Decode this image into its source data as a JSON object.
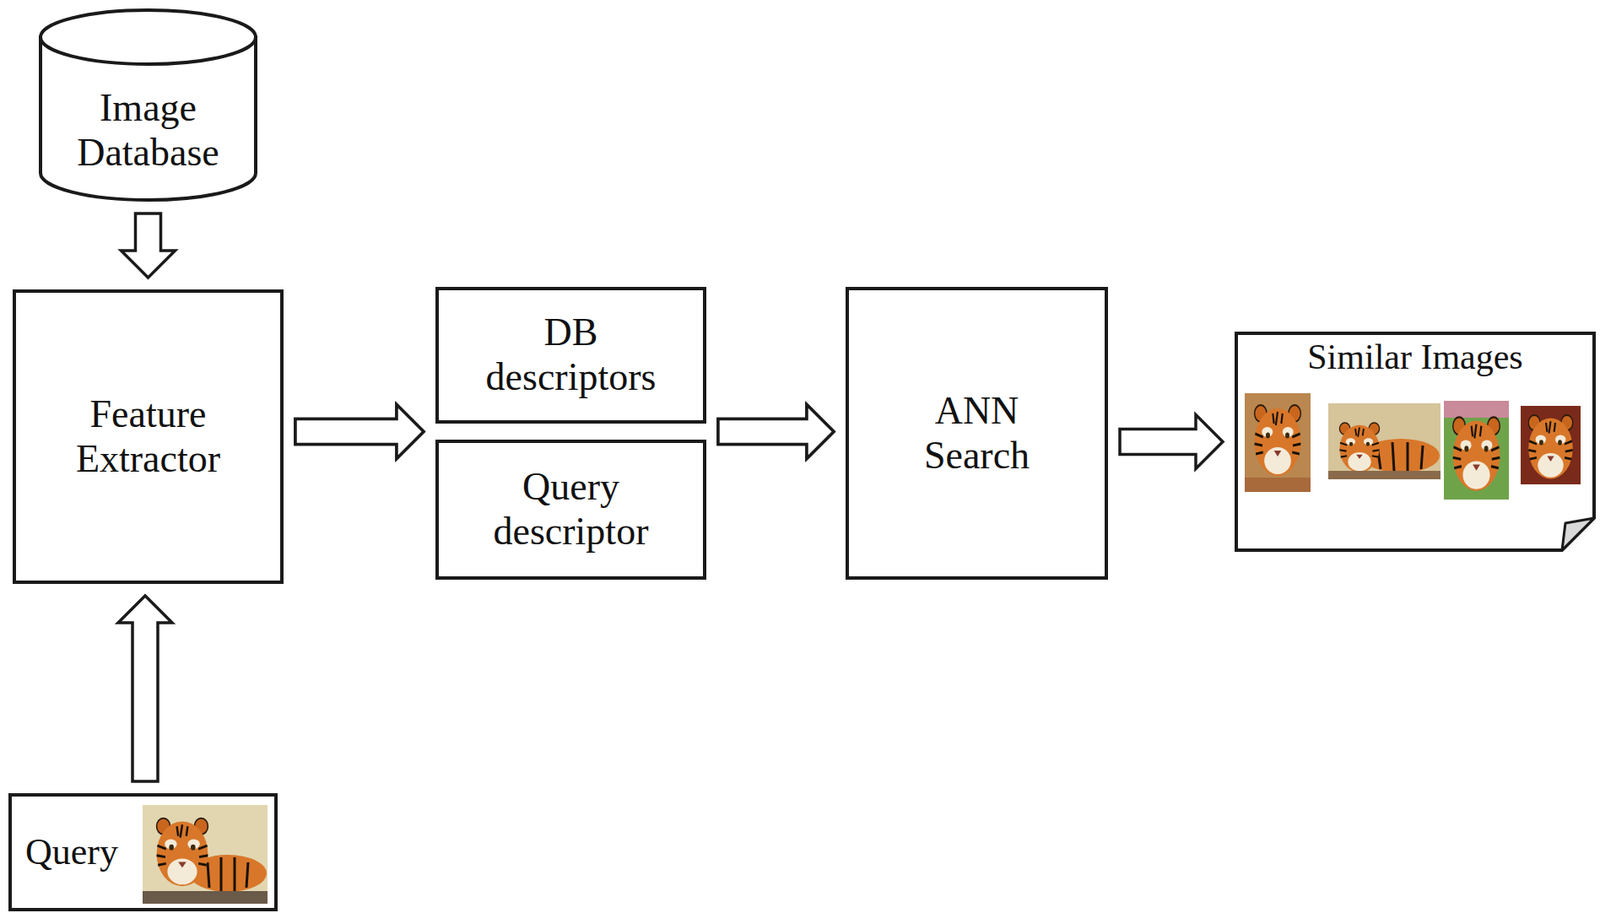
{
  "diagram": {
    "nodes": [
      {
        "text": [
          "Image Database"
        ]
      },
      {
        "text": [
          "Feature Extractor"
        ]
      },
      {
        "text": [
          "DB descriptors"
        ]
      },
      {
        "text": [
          "Query descriptor"
        ]
      },
      {
        "text": [
          "ANN Search"
        ]
      },
      {
        "text": [
          "Similar Images"
        ]
      },
      {
        "text": [
          "Query"
        ]
      }
    ],
    "edges": [
      {
        "from": 0,
        "to": 1,
        "arrow": "to"
      },
      {
        "from": 6,
        "to": 1,
        "arrow": "to"
      },
      {
        "from": 1,
        "to": 2,
        "arrow": "to"
      },
      {
        "from": 1,
        "to": 3,
        "arrow": "to"
      },
      {
        "from": 2,
        "to": 4,
        "arrow": "to"
      },
      {
        "from": 3,
        "to": 4,
        "arrow": "to"
      },
      {
        "from": 4,
        "to": 5,
        "arrow": "to"
      }
    ]
  }
}
